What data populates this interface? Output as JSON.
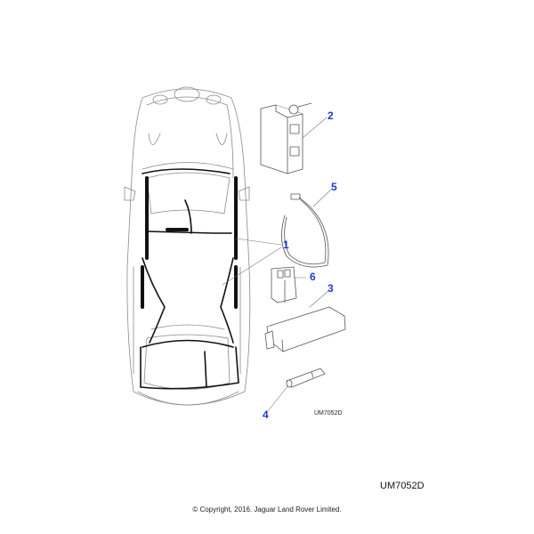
{
  "diagram": {
    "subject": "Vehicle wiring harness and components (top view)",
    "callouts": [
      {
        "id": "1",
        "label": "1",
        "part": "wiring-harness"
      },
      {
        "id": "2",
        "label": "2",
        "part": "module-bracket"
      },
      {
        "id": "3",
        "label": "3",
        "part": "control-module"
      },
      {
        "id": "4",
        "label": "4",
        "part": "connector"
      },
      {
        "id": "5",
        "label": "5",
        "part": "cable-tie"
      },
      {
        "id": "6",
        "label": "6",
        "part": "relay-connector"
      }
    ],
    "colors": {
      "callout": "#1f3ad6",
      "outline": "#6b6b6b",
      "harness": "#111111"
    }
  },
  "reference_small": "UM7052D",
  "reference_large": "UM7052D",
  "copyright": "© Copyright, 2016. Jaguar Land Rover Limited."
}
